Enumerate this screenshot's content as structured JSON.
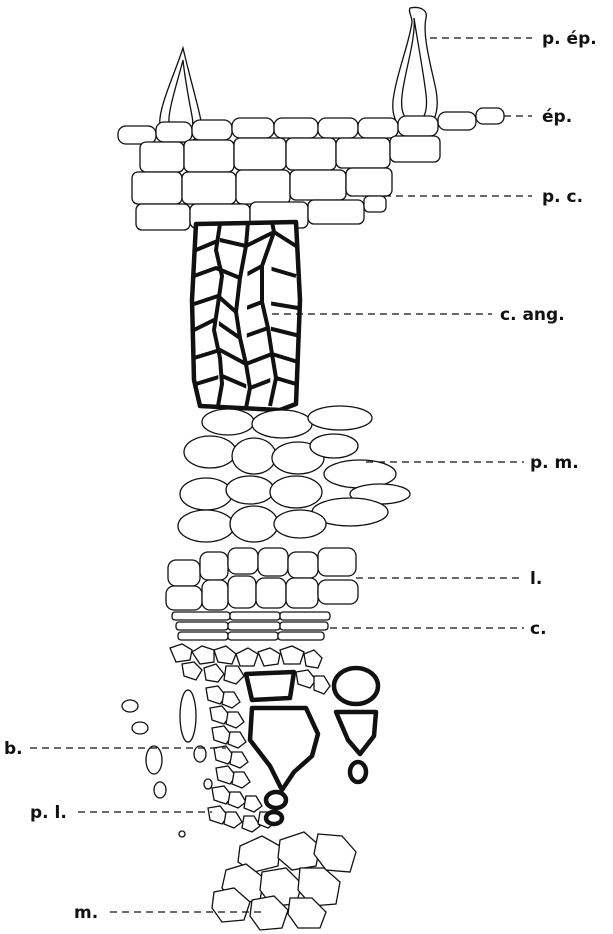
{
  "labels": {
    "p_ep": "p. ép.",
    "ep": "ép.",
    "pc": "p. c.",
    "cang": "c. ang.",
    "pm": "p. m.",
    "l": "l.",
    "c": "c.",
    "b": "b.",
    "pl": "p. l.",
    "m": "m."
  }
}
